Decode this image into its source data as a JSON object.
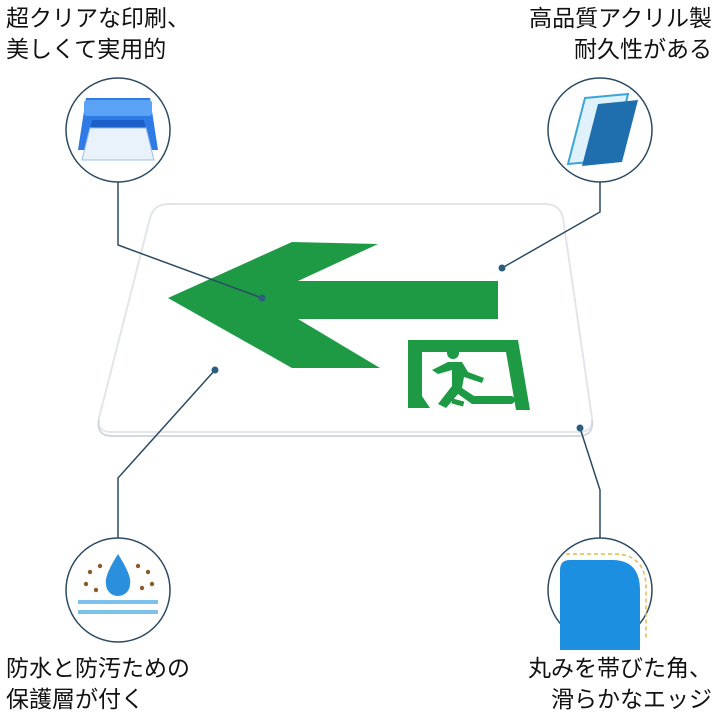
{
  "features": [
    {
      "line1": "超クリアな印刷、",
      "line2": "美しくて実用的",
      "icon": "printer-icon"
    },
    {
      "line1": "高品質アクリル製",
      "line2": "耐久性がある",
      "icon": "acrylic-sheet-icon"
    },
    {
      "line1": "防水と防汚ための",
      "line2": "保護層が付く",
      "icon": "water-drop-icon"
    },
    {
      "line1": "丸みを帯びた角、",
      "line2": "滑らかなエッジ",
      "icon": "rounded-corner-icon"
    }
  ],
  "colors": {
    "green": "#1e9a45",
    "blue": "#1e88d8",
    "line": "#2b4a63"
  }
}
